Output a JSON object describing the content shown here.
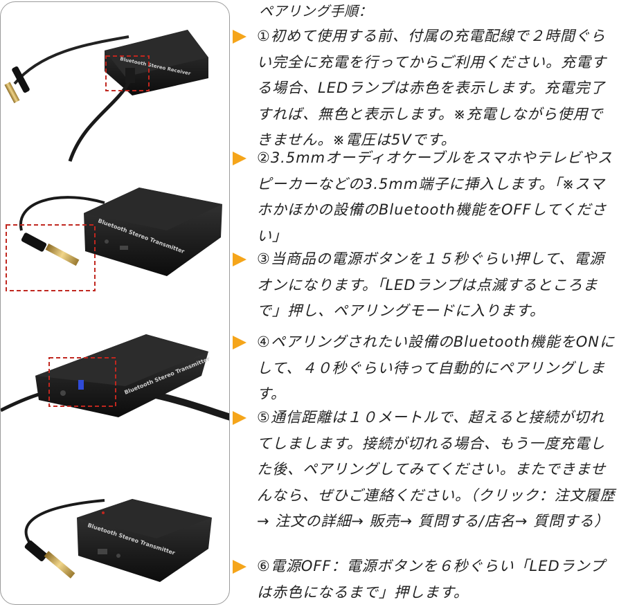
{
  "photos": {
    "device_label_transmitter": "Bluetooth Stereo Transmitter",
    "device_label_receiver": "Bluetooth Stereo Receiver",
    "highlight_color": "#c0271f",
    "led_color": "#2f4bd8"
  },
  "instructions": {
    "title": "ペアリング手順：",
    "bullet_color": "#f5a51a",
    "steps": [
      {
        "text": "①初めて使用する前、付属の充電配線で２時間ぐらい完全に充電を行ってからご利用ください。充電する場合、LEDランプは赤色を表示します。充電完了すれば、無色と表示します。※充電しながら使用できません。※電圧は5Vです。"
      },
      {
        "text": "②3.5mmオーディオケーブルをスマホやテレビやスピーカーなどの3.5mm端子に挿入します。「※スマホかほかの設備のBluetooth機能をOFFしてください」"
      },
      {
        "text": "③当商品の電源ボタンを１５秒ぐらい押して、電源オンになります。「LEDランプは点滅するところまで」押し、ペアリングモードに入ります。"
      },
      {
        "text": "④ペアリングされたい設備のBluetooth機能をONにして、４０秒ぐらい待って自動的にペアリングします。"
      },
      {
        "text": "⑤通信距離は１０メートルで、超えると接続が切れてしまします。接続が切れる場合、もう一度充電した後、ペアリングしてみてください。またできませんなら、ぜひご連絡ください。（クリック：注文履歴→ 注文の詳細→ 販売→ 質問する/店名→ 質問する）"
      },
      {
        "text": "⑥電源OFF：電源ボタンを６秒ぐらい「LEDランプは赤色になるまで」押します。"
      }
    ]
  }
}
